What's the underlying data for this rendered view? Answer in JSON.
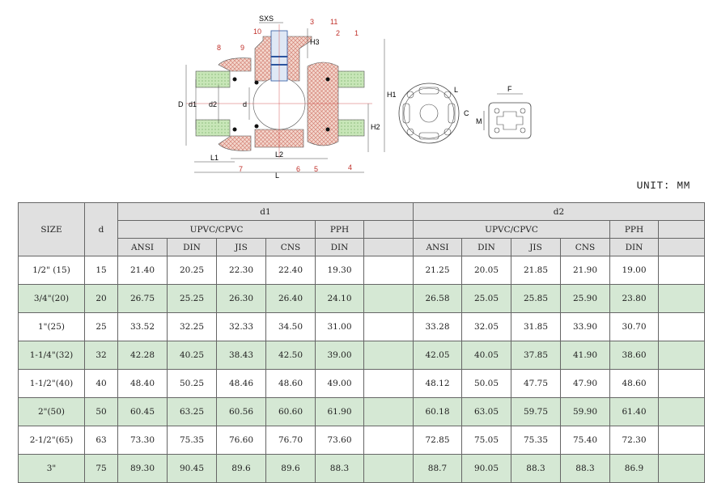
{
  "drawing": {
    "dimension_labels": {
      "sxs": "SXS",
      "D": "D",
      "d1": "d1",
      "d2": "d2",
      "d": "d",
      "H1": "H1",
      "H2": "H2",
      "H3": "H3",
      "L": "L",
      "L1": "L1",
      "L2": "L2"
    },
    "part_numbers": [
      "1",
      "2",
      "3",
      "4",
      "5",
      "6",
      "7",
      "8",
      "9",
      "10",
      "11"
    ],
    "flange_labels": {
      "L": "L",
      "C": "C"
    },
    "square_labels": {
      "F": "F",
      "M": "M"
    }
  },
  "unit_label": "UNIT: MM",
  "table": {
    "headers": {
      "size": "SIZE",
      "d": "d",
      "d1": "d1",
      "d2": "d2",
      "group_upvc": "UPVC/CPVC",
      "group_pph": "PPH",
      "standards": [
        "ANSI",
        "DIN",
        "JIS",
        "CNS",
        "DIN"
      ]
    },
    "rows": [
      {
        "size": "1/2\" (15)",
        "d": "15",
        "d1": [
          "21.40",
          "20.25",
          "22.30",
          "22.40",
          "19.30",
          ""
        ],
        "d2": [
          "21.25",
          "20.05",
          "21.85",
          "21.90",
          "19.00",
          ""
        ]
      },
      {
        "size": "3/4\"(20)",
        "d": "20",
        "d1": [
          "26.75",
          "25.25",
          "26.30",
          "26.40",
          "24.10",
          ""
        ],
        "d2": [
          "26.58",
          "25.05",
          "25.85",
          "25.90",
          "23.80",
          ""
        ]
      },
      {
        "size": "1\"(25)",
        "d": "25",
        "d1": [
          "33.52",
          "32.25",
          "32.33",
          "34.50",
          "31.00",
          ""
        ],
        "d2": [
          "33.28",
          "32.05",
          "31.85",
          "33.90",
          "30.70",
          ""
        ]
      },
      {
        "size": "1-1/4\"(32)",
        "d": "32",
        "d1": [
          "42.28",
          "40.25",
          "38.43",
          "42.50",
          "39.00",
          ""
        ],
        "d2": [
          "42.05",
          "40.05",
          "37.85",
          "41.90",
          "38.60",
          ""
        ]
      },
      {
        "size": "1-1/2\"(40)",
        "d": "40",
        "d1": [
          "48.40",
          "50.25",
          "48.46",
          "48.60",
          "49.00",
          ""
        ],
        "d2": [
          "48.12",
          "50.05",
          "47.75",
          "47.90",
          "48.60",
          ""
        ]
      },
      {
        "size": "2\"(50)",
        "d": "50",
        "d1": [
          "60.45",
          "63.25",
          "60.56",
          "60.60",
          "61.90",
          ""
        ],
        "d2": [
          "60.18",
          "63.05",
          "59.75",
          "59.90",
          "61.40",
          ""
        ]
      },
      {
        "size": "2-1/2\"(65)",
        "d": "63",
        "d1": [
          "73.30",
          "75.35",
          "76.60",
          "76.70",
          "73.60",
          ""
        ],
        "d2": [
          "72.85",
          "75.05",
          "75.35",
          "75.40",
          "72.30",
          ""
        ]
      },
      {
        "size": "3\"",
        "d": "75",
        "d1": [
          "89.30",
          "90.45",
          "89.6",
          "89.6",
          "88.3",
          ""
        ],
        "d2": [
          "88.7",
          "90.05",
          "88.3",
          "88.3",
          "86.9",
          ""
        ]
      }
    ]
  },
  "colors": {
    "header_bg": "#e0e0e0",
    "alt_row_bg": "#d5e8d4",
    "part_label": "#c0302a"
  }
}
